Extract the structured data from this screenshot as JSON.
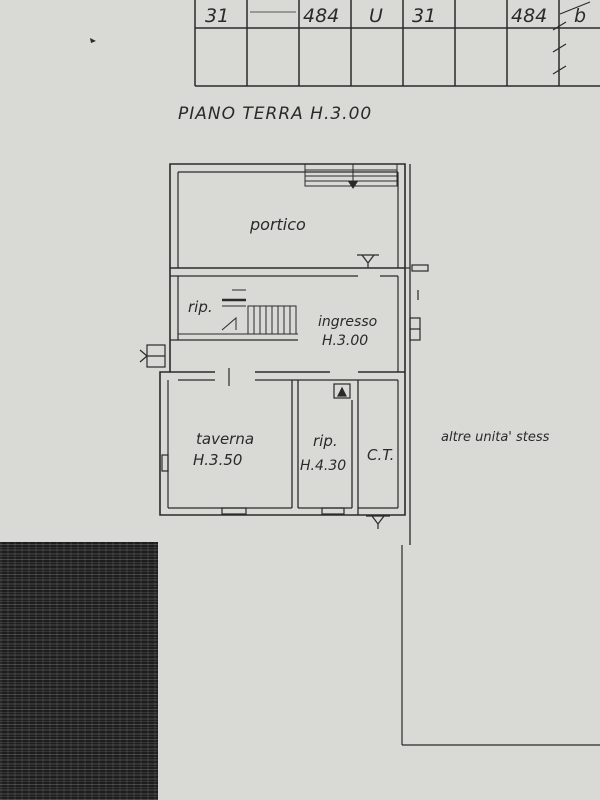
{
  "table": {
    "cells": [
      "31",
      "484",
      "U",
      "31",
      "484",
      "b"
    ]
  },
  "plan_title": "PIANO TERRA H.3.00",
  "rooms": {
    "portico": "portico",
    "rip_top": "rip.",
    "ingresso_name": "ingresso",
    "ingresso_height": "H.3.00",
    "taverna_name": "taverna",
    "taverna_height": "H.3.50",
    "rip_small_name": "rip.",
    "rip_small_height": "H.4.30",
    "ct": "C.T."
  },
  "neighbour_label": "altre unita' stess",
  "colors": {
    "paper": "#d9d9d6",
    "ink": "#2a2a2a",
    "scan_noise": "#1d1d1d"
  }
}
